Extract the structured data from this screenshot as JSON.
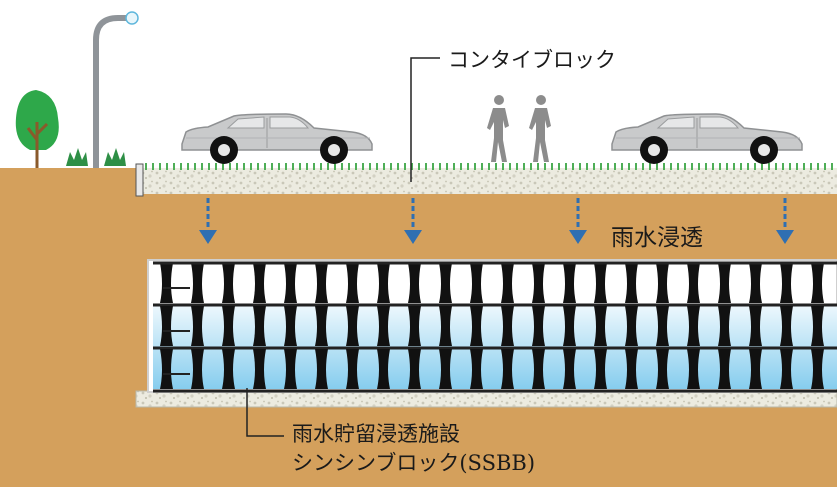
{
  "labels": {
    "interlocking_block": "コンタイブロック",
    "rainwater_infiltration": "雨水浸透",
    "facility_name": "雨水貯留浸透施設",
    "product_name": "シンシンブロック(SSBB)"
  },
  "colors": {
    "soil": "#d4a05c",
    "gravel": "#ecebe0",
    "grass": "#4fae57",
    "car": "#c7c8c9",
    "person": "#8e8e8e",
    "arrow": "#2f6fb2",
    "block": "#111111",
    "water_top": "#e9f6fd",
    "water_bottom": "#7fc9ec",
    "tree": "#2ea84a",
    "lamp": "#8f9499"
  },
  "icons": [
    "tree-icon",
    "shrub-icon",
    "street-lamp-icon",
    "car-icon",
    "pedestrian-icon",
    "arrow-down-icon"
  ]
}
